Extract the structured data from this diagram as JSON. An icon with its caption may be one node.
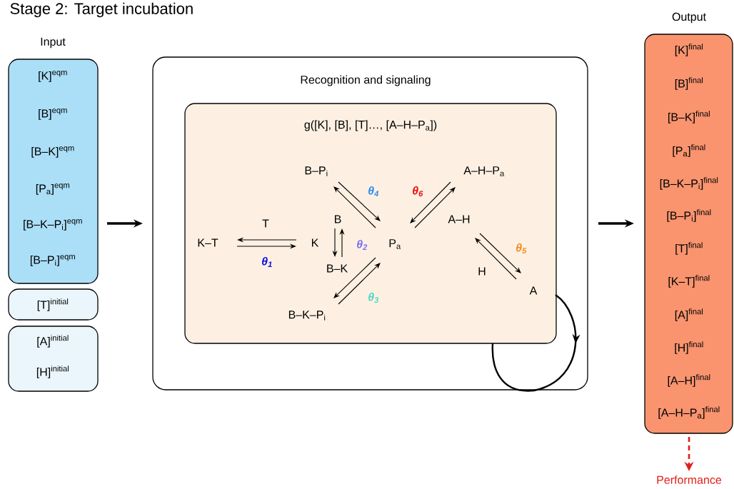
{
  "diagram": {
    "title": "Stage 2: Target incubation",
    "nodes": [
      {
        "text": [
          "Input",
          "[K]$^{eqm}$",
          "[B]$^{eqm}$",
          "[B–K]$^{eqm}$",
          "[P$_{a}$]$^{eqm}$",
          "[B–K–P$_{i}$]$^{eqm}$",
          "[B–P$_{i}$]$^{eqm}$"
        ]
      },
      {
        "text": [
          "[T]$^{initial}$"
        ]
      },
      {
        "text": [
          "[A]$^{initial}$",
          "[H]$^{initial}$"
        ]
      },
      {
        "text": [
          "Recognition and signaling"
        ]
      },
      {
        "text": [
          "g([K], [B], [T]…, [A–H–P$_{a}$])"
        ],
        "in": 3
      },
      {
        "text": [
          "K–T"
        ],
        "in": 4
      },
      {
        "text": [
          "K"
        ],
        "in": 4
      },
      {
        "text": [
          "B"
        ],
        "in": 4
      },
      {
        "text": [
          "B–K"
        ],
        "in": 4
      },
      {
        "text": [
          "P$_{a}$"
        ],
        "in": 4
      },
      {
        "text": [
          "B–P$_{i}$"
        ],
        "in": 4
      },
      {
        "text": [
          "B–K–P$_{i}$"
        ],
        "in": 4
      },
      {
        "text": [
          "A–H–P$_{a}$"
        ],
        "in": 4
      },
      {
        "text": [
          "A–H"
        ],
        "in": 4
      },
      {
        "text": [
          "A"
        ],
        "in": 4
      },
      {
        "text": [
          "Output",
          "[K]$^{final}$",
          "[B]$^{final}$",
          "[B–K]$^{final}$",
          "[P$_{a}$]$^{final}$",
          "[B–K–P$_{i}$]$^{final}$",
          "[B–P$_{i}$]$^{final}$",
          "[T]$^{final}$",
          "[K–T]$^{final}$",
          "[A]$^{final}$",
          "[H]$^{final}$",
          "[A–H]$^{final}$",
          "[A–H–P$_{a}$]$^{final}$"
        ]
      },
      {
        "text": [
          "Performance"
        ]
      }
    ],
    "edges": [
      {
        "from": 0,
        "to": 3,
        "arrow": "to",
        "style": "thick"
      },
      {
        "from": 3,
        "to": 15,
        "arrow": "to",
        "style": "thick"
      },
      {
        "from": 15,
        "to": 16,
        "arrow": "to",
        "style": "dashed",
        "color": "#e0201b"
      },
      {
        "from": 6,
        "to": 5,
        "arrow": "to",
        "label": "T"
      },
      {
        "from": 5,
        "to": 6,
        "arrow": "to",
        "label": "θ$_{1}$"
      },
      {
        "from": 7,
        "to": 8,
        "arrow": "to"
      },
      {
        "from": 8,
        "to": 7,
        "arrow": "to",
        "label": "θ$_{2}$"
      },
      {
        "from": 10,
        "to": 9,
        "arrow": "to",
        "label": "θ$_{4}$"
      },
      {
        "from": 9,
        "to": 10,
        "arrow": "to"
      },
      {
        "from": 9,
        "to": 11,
        "arrow": "to"
      },
      {
        "from": 11,
        "to": 9,
        "arrow": "to",
        "label": "θ$_{3}$"
      },
      {
        "from": 12,
        "to": 9,
        "arrow": "to",
        "label": "θ$_{6}$"
      },
      {
        "from": 9,
        "to": 12,
        "arrow": "to"
      },
      {
        "from": 13,
        "to": 14,
        "arrow": "to",
        "label": "θ$_{5}$"
      },
      {
        "from": 14,
        "to": 13,
        "arrow": "to",
        "label": "H"
      }
    ]
  }
}
